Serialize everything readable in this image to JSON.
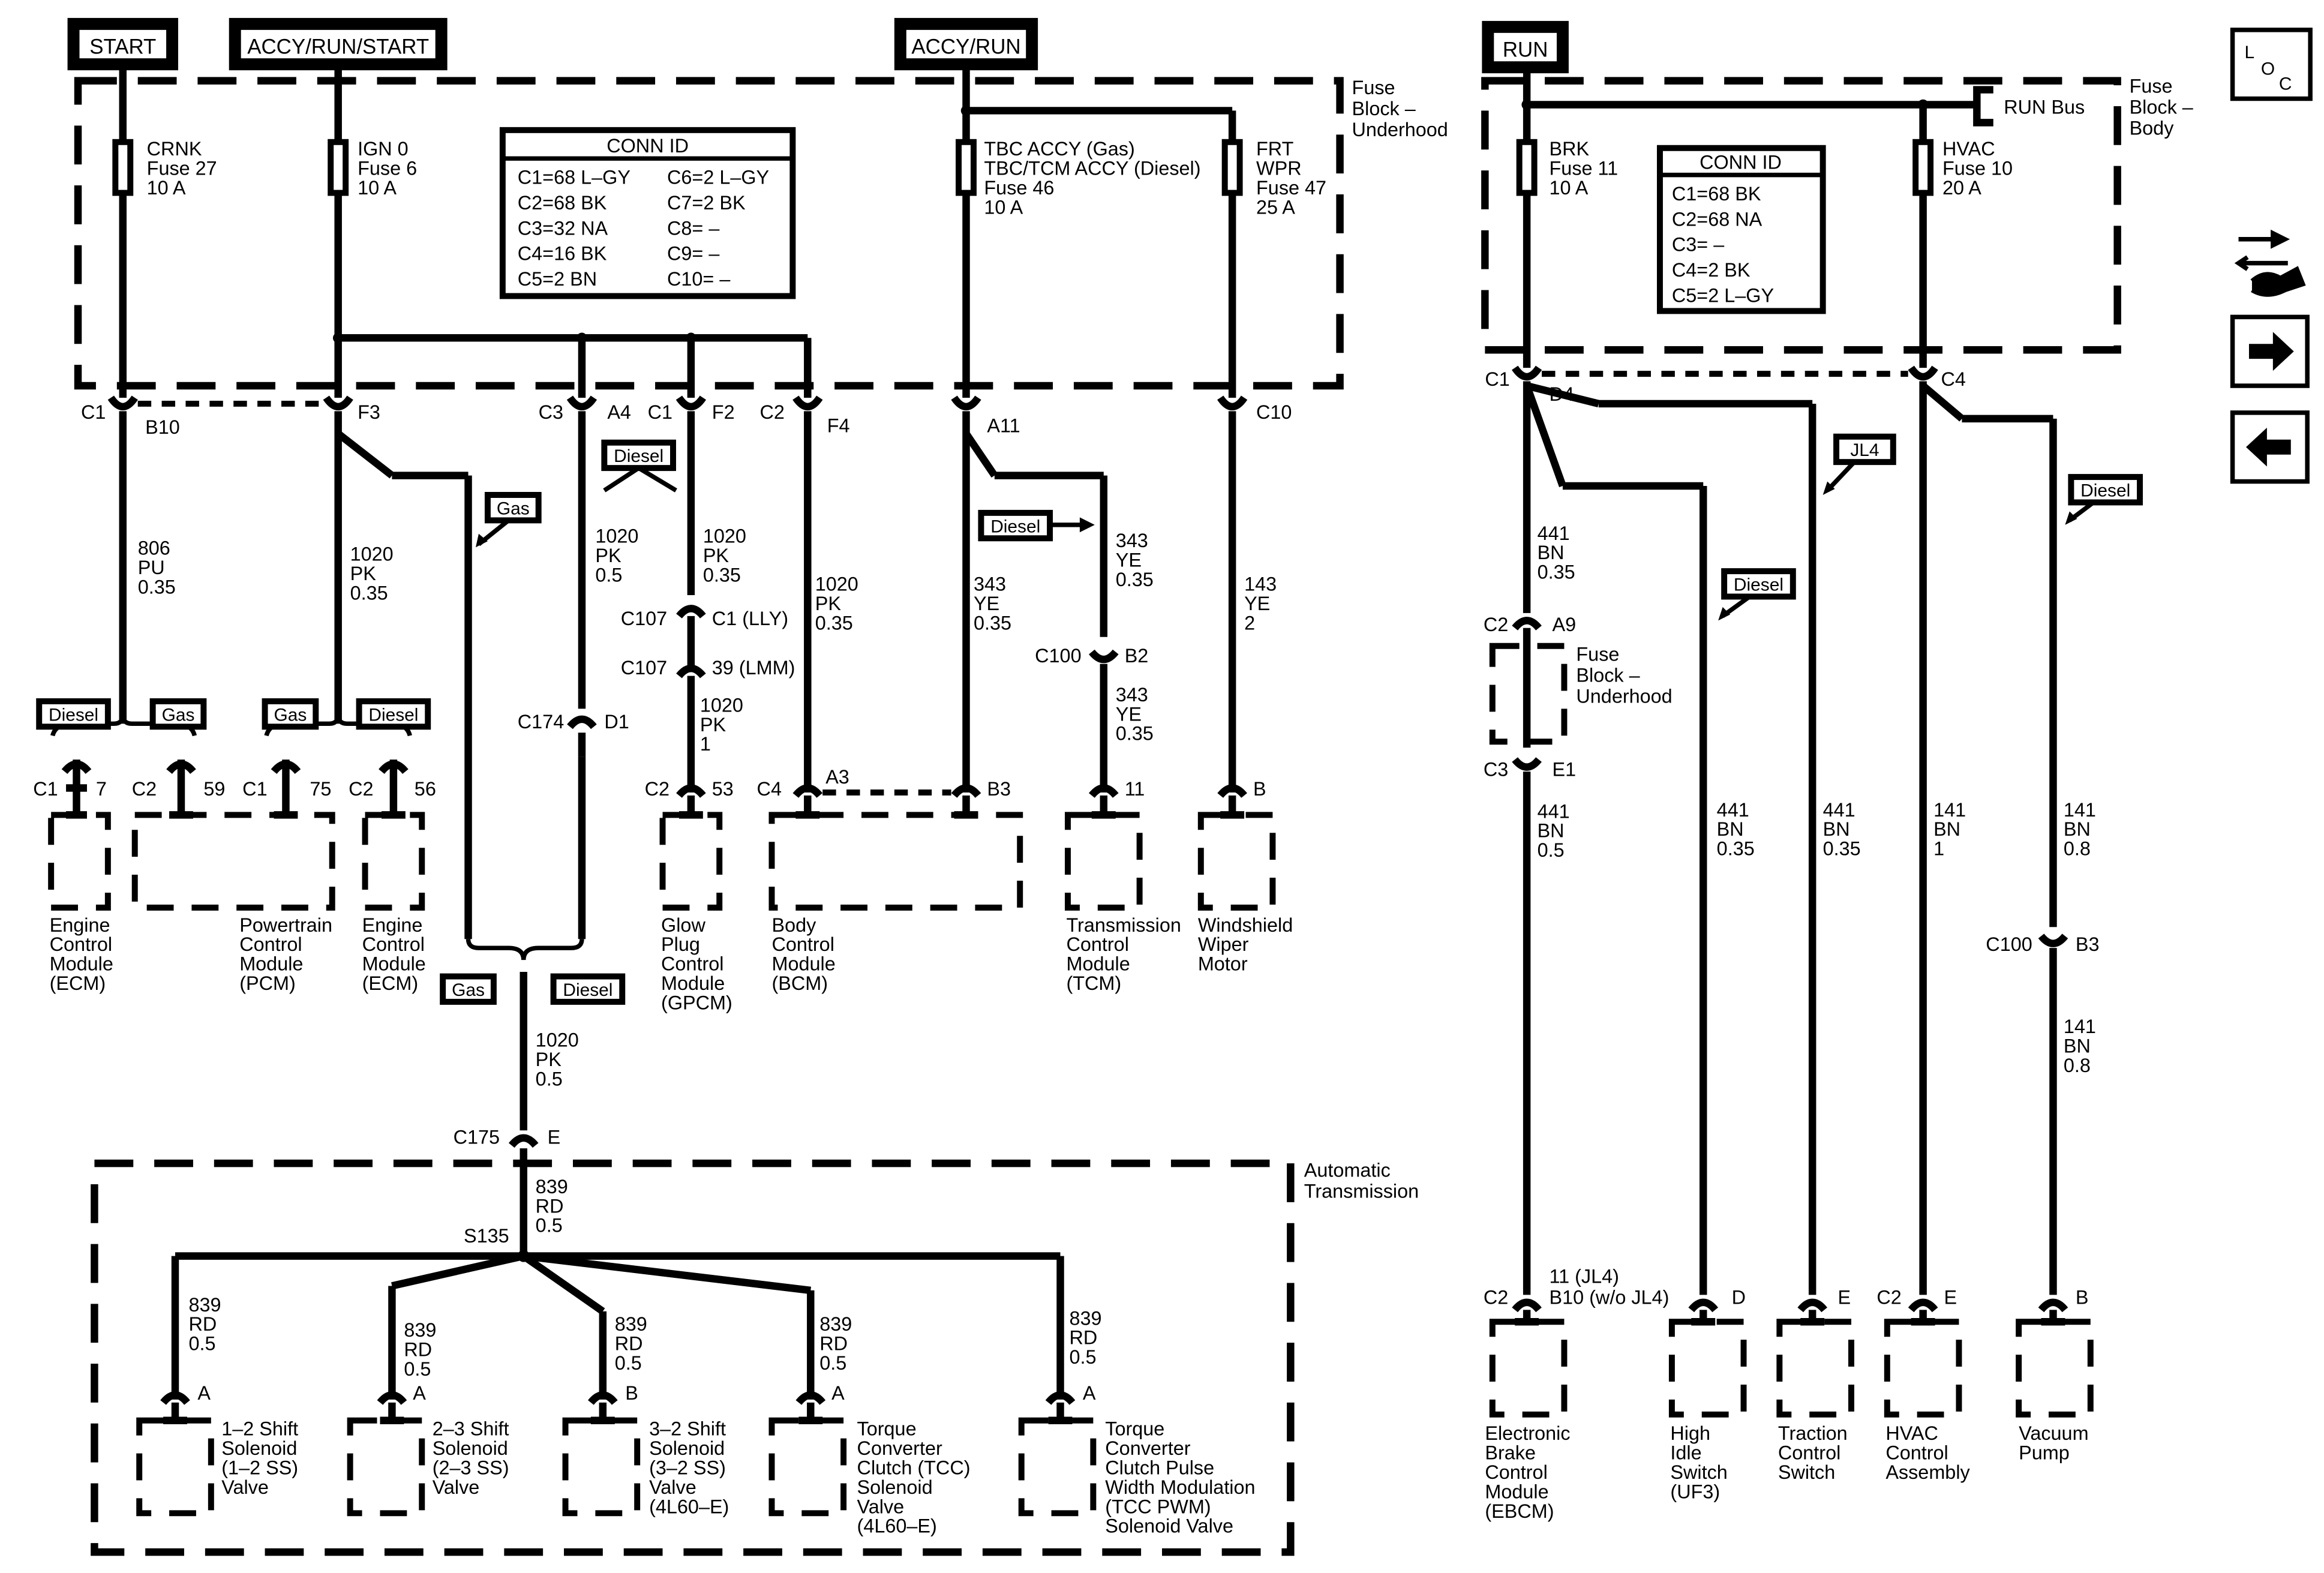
{
  "power_labels": {
    "start": "START",
    "accy_run_start": "ACCY/RUN/START",
    "accy_run": "ACCY/RUN",
    "run": "RUN"
  },
  "fuse_block_underhood": [
    "Fuse",
    "Block –",
    "Underhood"
  ],
  "fuse_block_body": [
    "Fuse",
    "Block –",
    "Body"
  ],
  "run_bus": "RUN Bus",
  "fuses": {
    "crnk": [
      "CRNK",
      "Fuse 27",
      "10 A"
    ],
    "ign0": [
      "IGN 0",
      "Fuse 6",
      "10 A"
    ],
    "tbc": [
      "TBC ACCY (Gas)",
      "TBC/TCM ACCY (Diesel)",
      "Fuse 46",
      "10 A"
    ],
    "frt_wpr": [
      "FRT",
      "WPR",
      "Fuse 47",
      "25 A"
    ],
    "brk": [
      "BRK",
      "Fuse 11",
      "10 A"
    ],
    "hvac": [
      "HVAC",
      "Fuse 10",
      "20 A"
    ]
  },
  "conn_id_left": {
    "title": "CONN ID",
    "col1": [
      "C1=68 L–GY",
      "C2=68 BK",
      "C3=32 NA",
      "C4=16 BK",
      "C5=2 BN"
    ],
    "col2": [
      "C6=2 L–GY",
      "C7=2 BK",
      "C8= –",
      "C9= –",
      "C10= –"
    ]
  },
  "conn_id_right": {
    "title": "CONN ID",
    "rows": [
      "C1=68 BK",
      "C2=68 NA",
      "C3= –",
      "C4=2 BK",
      "C5=2 L–GY"
    ]
  },
  "connector_labels": {
    "c1": "C1",
    "b10": "B10",
    "f3": "F3",
    "c3": "C3",
    "a4": "A4",
    "c1b": "C1",
    "f2": "F2",
    "c2": "C2",
    "f4": "F4",
    "a11": "A11",
    "c10": "C10",
    "rc1": "C1",
    "d4": "D4",
    "c4": "C4",
    "c107a": "C107",
    "c1_lly": "C1 (LLY)",
    "c107b": "C107",
    "lmm": "39 (LMM)",
    "c174": "C174",
    "d1": "D1",
    "c100": "C100",
    "b2": "B2",
    "c175": "C175",
    "e": "E",
    "s135": "S135",
    "rc2": "C2",
    "a9": "A9",
    "rc3": "C3",
    "e1": "E1",
    "rc100": "C100",
    "b3": "B3"
  },
  "option_tags": {
    "gas": "Gas",
    "diesel": "Diesel",
    "jl4": "JL4"
  },
  "wires": {
    "w806": [
      "806",
      "PU",
      "0.35"
    ],
    "w1020a": [
      "1020",
      "PK",
      "0.35"
    ],
    "w1020b": [
      "1020",
      "PK",
      "0.5"
    ],
    "w1020c": [
      "1020",
      "PK",
      "0.35"
    ],
    "w1020d": [
      "1020",
      "PK",
      "1"
    ],
    "w1020e": [
      "1020",
      "PK",
      "0.35"
    ],
    "w343a": [
      "343",
      "YE",
      "0.35"
    ],
    "w343b": [
      "343",
      "YE",
      "0.35"
    ],
    "w343c": [
      "343",
      "YE",
      "0.35"
    ],
    "w143": [
      "143",
      "YE",
      "2"
    ],
    "w1020f": [
      "1020",
      "PK",
      "0.5"
    ],
    "w839main": [
      "839",
      "RD",
      "0.5"
    ],
    "w839_1": [
      "839",
      "RD",
      "0.5"
    ],
    "w839_2": [
      "839",
      "RD",
      "0.5"
    ],
    "w839_3": [
      "839",
      "RD",
      "0.5"
    ],
    "w839_4": [
      "839",
      "RD",
      "0.5"
    ],
    "w839_5": [
      "839",
      "RD",
      "0.5"
    ],
    "w441a": [
      "441",
      "BN",
      "0.35"
    ],
    "w441b": [
      "441",
      "BN",
      "0.5"
    ],
    "w441c": [
      "441",
      "BN",
      "0.35"
    ],
    "w441d": [
      "441",
      "BN",
      "0.35"
    ],
    "w141a": [
      "141",
      "BN",
      "1"
    ],
    "w141b": [
      "141",
      "BN",
      "0.8"
    ],
    "w141c": [
      "141",
      "BN",
      "0.8"
    ]
  },
  "modules": {
    "ecm1": {
      "pins": [
        "C1",
        "7"
      ],
      "label": [
        "Engine",
        "Control",
        "Module",
        "(ECM)"
      ]
    },
    "pcm": {
      "pins": [
        "C2",
        "59",
        "C1",
        "75"
      ],
      "label": [
        "Powertrain",
        "Control",
        "Module",
        "(PCM)"
      ]
    },
    "ecm2": {
      "pins": [
        "C2",
        "56"
      ],
      "label": [
        "Engine",
        "Control",
        "Module",
        "(ECM)"
      ]
    },
    "gpcm": {
      "pins": [
        "C2",
        "53"
      ],
      "label": [
        "Glow",
        "Plug",
        "Control",
        "Module",
        "(GPCM)"
      ]
    },
    "bcm": {
      "pins": [
        "C4",
        "A3",
        "B3"
      ],
      "label": [
        "Body",
        "Control",
        "Module",
        "(BCM)"
      ]
    },
    "tcm": {
      "pins": [
        "11"
      ],
      "label": [
        "Transmission",
        "Control",
        "Module",
        "(TCM)"
      ]
    },
    "wiper": {
      "pins": [
        "B"
      ],
      "label": [
        "Windshield",
        "Wiper",
        "Motor"
      ]
    },
    "auto_trans": [
      "Automatic",
      "Transmission"
    ],
    "sol12": {
      "pin": "A",
      "label": [
        "1–2 Shift",
        "Solenoid",
        "(1–2 SS)",
        "Valve"
      ]
    },
    "sol23": {
      "pin": "A",
      "label": [
        "2–3 Shift",
        "Solenoid",
        "(2–3 SS)",
        "Valve"
      ]
    },
    "sol32": {
      "pin": "B",
      "label": [
        "3–2 Shift",
        "Solenoid",
        "(3–2 SS)",
        "Valve",
        "(4L60–E)"
      ]
    },
    "tcc": {
      "pin": "A",
      "label": [
        "Torque",
        "Converter",
        "Clutch (TCC)",
        "Solenoid",
        "Valve",
        "(4L60–E)"
      ]
    },
    "tccpwm": {
      "pin": "A",
      "label": [
        "Torque",
        "Converter",
        "Clutch Pulse",
        "Width Modulation",
        "(TCC PWM)",
        "Solenoid Valve"
      ]
    },
    "ebcm": {
      "pins": [
        "C2",
        "11 (JL4)",
        "B10 (w/o JL4)"
      ],
      "label": [
        "Electronic",
        "Brake",
        "Control",
        "Module",
        "(EBCM)"
      ]
    },
    "high_idle": {
      "pin": "D",
      "label": [
        "High",
        "Idle",
        "Switch",
        "(UF3)"
      ]
    },
    "traction": {
      "pin": "E",
      "label": [
        "Traction",
        "Control",
        "Switch"
      ]
    },
    "hvac": {
      "pins": [
        "C2",
        "E"
      ],
      "label": [
        "HVAC",
        "Control",
        "Assembly"
      ]
    },
    "vacuum": {
      "pin": "B",
      "label": [
        "Vacuum",
        "Pump"
      ]
    },
    "fuse_underhood_mid": [
      "Fuse",
      "Block –",
      "Underhood"
    ]
  },
  "side_buttons": {
    "loc": [
      "L",
      "O",
      "C"
    ]
  }
}
